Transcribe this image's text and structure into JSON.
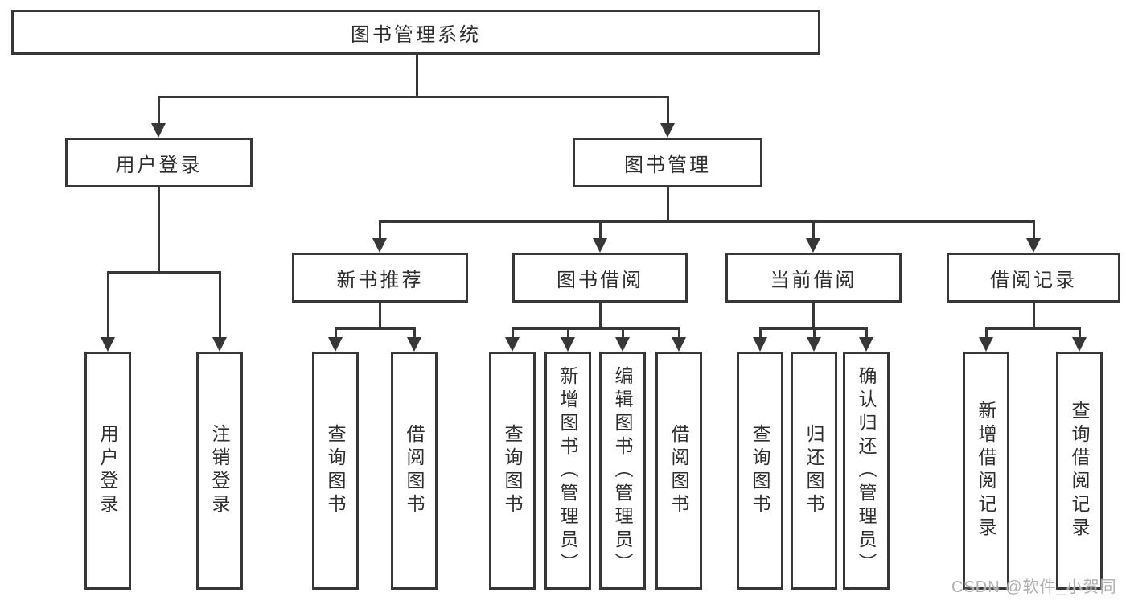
{
  "tree": {
    "root": {
      "label": "图书管理系统"
    },
    "branches": [
      {
        "label": "用户登录",
        "children": [
          {
            "label": "用户登录"
          },
          {
            "label": "注销登录"
          }
        ]
      },
      {
        "label": "图书管理",
        "children": [
          {
            "label": "新书推荐",
            "children": [
              {
                "label": "查询图书"
              },
              {
                "label": "借阅图书"
              }
            ]
          },
          {
            "label": "图书借阅",
            "children": [
              {
                "label": "查询图书"
              },
              {
                "label": "新增图书（管理员）"
              },
              {
                "label": "编辑图书（管理员）"
              },
              {
                "label": "借阅图书"
              }
            ]
          },
          {
            "label": "当前借阅",
            "children": [
              {
                "label": "查询图书"
              },
              {
                "label": "归还图书"
              },
              {
                "label": "确认归还（管理员）"
              }
            ]
          },
          {
            "label": "借阅记录",
            "children": [
              {
                "label": "新增借阅记录"
              },
              {
                "label": "查询借阅记录"
              }
            ]
          }
        ]
      }
    ]
  },
  "watermark": "CSDN @软件_小贺同学",
  "colors": {
    "line": "#373737",
    "text": "#2e2e2e",
    "watermark": "#b0b0b0",
    "background": "#ffffff"
  }
}
